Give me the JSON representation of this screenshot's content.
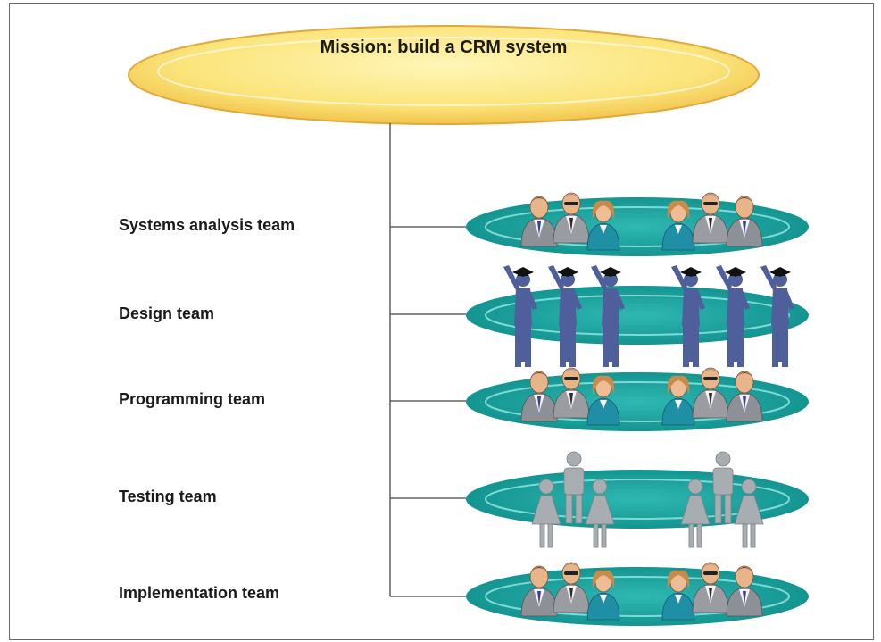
{
  "mission": {
    "title": "Mission: build a CRM system"
  },
  "teams": [
    {
      "label": "Systems analysis team",
      "group": "business-people"
    },
    {
      "label": "Design team",
      "group": "graduates"
    },
    {
      "label": "Programming team",
      "group": "business-people"
    },
    {
      "label": "Testing team",
      "group": "figures"
    },
    {
      "label": "Implementation team",
      "group": "business-people"
    }
  ],
  "colors": {
    "mission_fill": "#fbe47a",
    "mission_stroke": "#e0a93a",
    "disc_fill": "#1fa7a3",
    "disc_inner": "#6fd3cf",
    "graduate": "#4f5f9b",
    "figure": "#a8adb1",
    "line": "#444444"
  }
}
